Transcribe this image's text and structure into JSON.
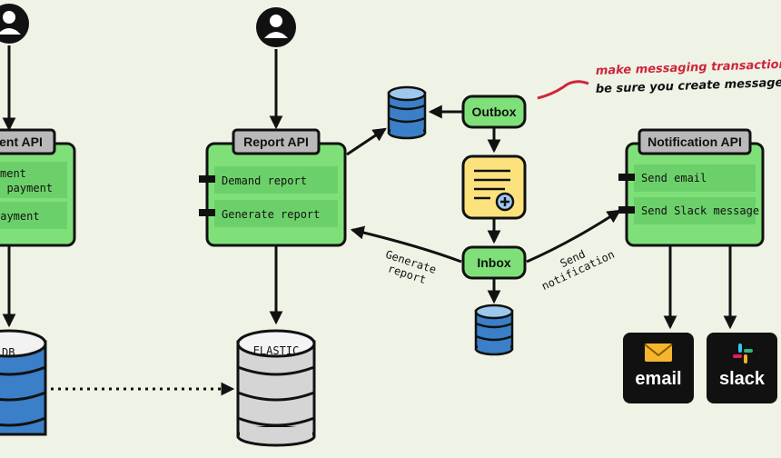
{
  "annotation": {
    "line1": "make messaging transactional",
    "line2": "be sure you create messages",
    "color": "#d0243a"
  },
  "payment_api": {
    "title": "ent API",
    "items": [
      {
        "line1": "ment",
        "line2": "e payment"
      },
      {
        "line1": "payment"
      }
    ],
    "db_label": "DB"
  },
  "report_api": {
    "title": "Report API",
    "items": [
      "Demand report",
      "Generate report"
    ],
    "db_label": "ELASTIC"
  },
  "notification_api": {
    "title": "Notification API",
    "items": [
      "Send email",
      "Send Slack message"
    ]
  },
  "outbox": {
    "label": "Outbox"
  },
  "inbox": {
    "label": "Inbox"
  },
  "edge_labels": {
    "generate_report": [
      "Generate",
      "report"
    ],
    "send_notification": [
      "Send",
      "notification"
    ]
  },
  "targets": {
    "email": "email",
    "slack": "slack"
  },
  "colors": {
    "background": "#eef3e6",
    "api_box": "#7fe07a",
    "api_item": "#6cd06a",
    "title_tab": "#b9b9b9",
    "blue_db": "#3a7fc8",
    "gray_db": "#d5d5d5",
    "document": "#fbe27d",
    "slack_yellow": "#ecb22e",
    "slack_green": "#2eb67d",
    "slack_red": "#e01e5a",
    "slack_blue": "#36c5f0"
  }
}
